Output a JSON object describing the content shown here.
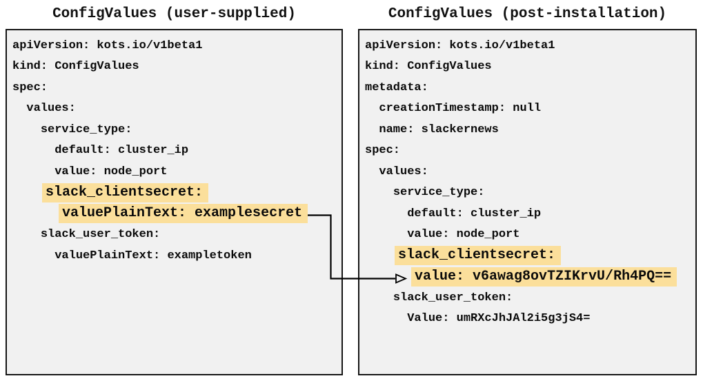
{
  "colors": {
    "page_background": "#ffffff",
    "panel_background": "#f1f1f1",
    "panel_border": "#151515",
    "highlight": "#fbdf9b",
    "text": "#0a0a0a",
    "arrow": "#000000"
  },
  "panels": {
    "left": {
      "title": "ConfigValues (user-supplied)",
      "lines": [
        {
          "indent": "",
          "text": "apiVersion: kots.io/v1beta1",
          "highlight": false
        },
        {
          "indent": "",
          "text": "kind: ConfigValues",
          "highlight": false
        },
        {
          "indent": "",
          "text": "spec:",
          "highlight": false
        },
        {
          "indent": "  ",
          "text": "values:",
          "highlight": false
        },
        {
          "indent": "    ",
          "text": "service_type:",
          "highlight": false
        },
        {
          "indent": "      ",
          "text": "default: cluster_ip",
          "highlight": false
        },
        {
          "indent": "      ",
          "text": "value: node_port",
          "highlight": false
        },
        {
          "indent": "    ",
          "text": "slack_clientsecret:",
          "highlight": true
        },
        {
          "indent": "      ",
          "text": "valuePlainText: examplesecret",
          "highlight": true
        },
        {
          "indent": "    ",
          "text": "slack_user_token:",
          "highlight": false
        },
        {
          "indent": "      ",
          "text": "valuePlainText: exampletoken",
          "highlight": false
        }
      ]
    },
    "right": {
      "title": "ConfigValues (post-installation)",
      "lines": [
        {
          "indent": "",
          "text": "apiVersion: kots.io/v1beta1",
          "highlight": false
        },
        {
          "indent": "",
          "text": "kind: ConfigValues",
          "highlight": false
        },
        {
          "indent": "",
          "text": "metadata:",
          "highlight": false
        },
        {
          "indent": "  ",
          "text": "creationTimestamp: null",
          "highlight": false
        },
        {
          "indent": "  ",
          "text": "name: slackernews",
          "highlight": false
        },
        {
          "indent": "",
          "text": "spec:",
          "highlight": false
        },
        {
          "indent": "  ",
          "text": "values:",
          "highlight": false
        },
        {
          "indent": "    ",
          "text": "service_type:",
          "highlight": false
        },
        {
          "indent": "      ",
          "text": "default: cluster_ip",
          "highlight": false
        },
        {
          "indent": "      ",
          "text": "value: node_port",
          "highlight": false
        },
        {
          "indent": "    ",
          "text": "slack_clientsecret:",
          "highlight": true
        },
        {
          "indent": "      ",
          "text": "value: v6awag8ovTZIKrvU/Rh4PQ==",
          "highlight": true
        },
        {
          "indent": "    ",
          "text": "slack_user_token:",
          "highlight": false
        },
        {
          "indent": "      ",
          "text": "Value: umRXcJhJAl2i5g3jS4="
        },
        {
          "comment_unused": ""
        }
      ]
    }
  },
  "connector": {
    "type": "arrow",
    "from_text": "valuePlainText: examplesecret",
    "to_text": "value: v6awag8ovTZIKrvU/Rh4PQ=="
  }
}
